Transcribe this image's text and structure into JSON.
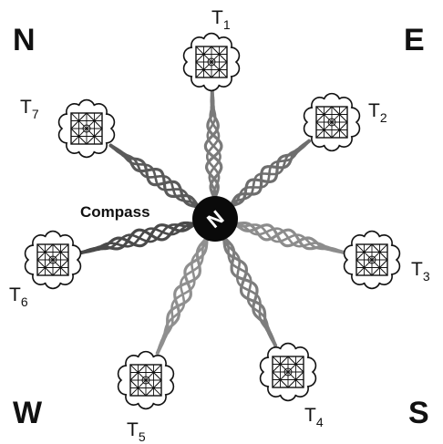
{
  "corners": {
    "nw": "N",
    "ne": "E",
    "sw": "W",
    "se": "S"
  },
  "center": {
    "label": "Compass",
    "hub_letter": "N",
    "hub_color": "#0a0a0a"
  },
  "terminals": [
    {
      "id": "t1",
      "letter": "T",
      "sub": "1",
      "strand_color": "#7a7a7a"
    },
    {
      "id": "t2",
      "letter": "T",
      "sub": "2",
      "strand_color": "#6e6e6e"
    },
    {
      "id": "t3",
      "letter": "T",
      "sub": "3",
      "strand_color": "#8c8c8c"
    },
    {
      "id": "t4",
      "letter": "T",
      "sub": "4",
      "strand_color": "#7d7d7d"
    },
    {
      "id": "t5",
      "letter": "T",
      "sub": "5",
      "strand_color": "#8f8f8f"
    },
    {
      "id": "t6",
      "letter": "T",
      "sub": "6",
      "strand_color": "#4a4a4a"
    },
    {
      "id": "t7",
      "letter": "T",
      "sub": "7",
      "strand_color": "#5a5a5a"
    }
  ]
}
